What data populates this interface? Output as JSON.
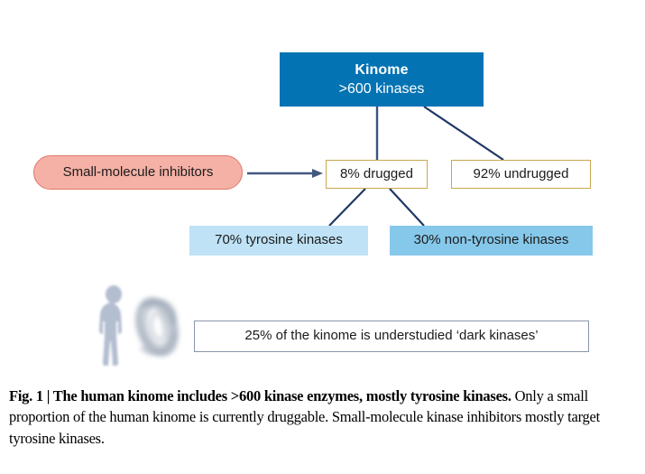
{
  "figure": {
    "nodes": {
      "kinome": {
        "title": "Kinome",
        "subtitle": ">600 kinases",
        "fill": "#0473b3",
        "text_color": "#ffffff"
      },
      "inhibitors": {
        "label": "Small-molecule inhibitors",
        "fill": "#f5b1a6",
        "border": "#e0786c"
      },
      "drugged": {
        "label": "8% drugged",
        "fill": "#ffffff",
        "border": "#c9a84c"
      },
      "undrugged": {
        "label": "92% undrugged",
        "fill": "#ffffff",
        "border": "#c9a84c"
      },
      "tyrosine": {
        "label": "70% tyrosine kinases",
        "fill": "#bfe2f6"
      },
      "non_tyrosine": {
        "label": "30% non-tyrosine kinases",
        "fill": "#86c8ea"
      },
      "dark_kinases": {
        "label": "25% of the kinome is understudied ‘dark kinases’",
        "fill": "#ffffff",
        "border": "#8a95ab"
      }
    },
    "connector_color": "#1f3864",
    "arrow_color": "#41597f",
    "illustration": {
      "human_silhouette_color": "#b3bed0",
      "spiral_color": "#9aa5b5"
    }
  },
  "caption": {
    "lead": "Fig. 1 | The human kinome includes >600 kinase enzymes, mostly tyrosine kinases.",
    "rest": " Only a small proportion of the human kinome is currently druggable. Small-molecule kinase inhibitors mostly target tyrosine kinases."
  }
}
